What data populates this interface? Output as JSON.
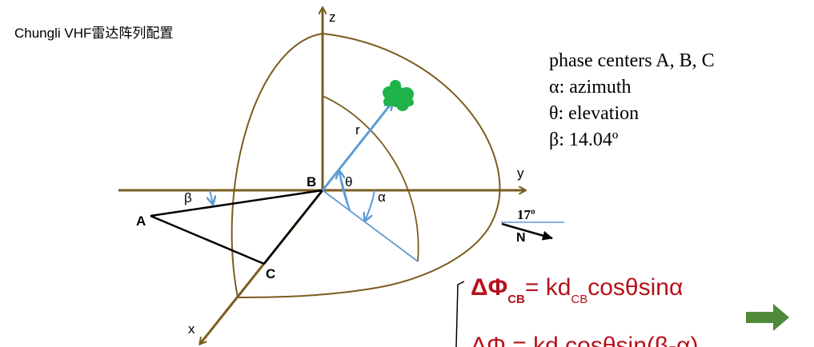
{
  "title": "Chungli VHF雷达阵列配置",
  "legend": {
    "line1": "phase centers A, B, C",
    "line2": "α: azimuth",
    "line3": "θ: elevation",
    "line4": "β: 14.04º"
  },
  "axes": {
    "z": "z",
    "y": "y",
    "x": "x"
  },
  "points": {
    "A": "A",
    "B": "B",
    "C": "C"
  },
  "angles": {
    "beta": "β",
    "theta": "θ",
    "alpha": "α",
    "r": "r"
  },
  "north": {
    "angle": "17º",
    "label": "N"
  },
  "formula": {
    "dphi": "ΔΦ",
    "dphi_sub": "CB",
    "eq": "= kd",
    "d_sub": "CB",
    "tail": "cosθsinα"
  },
  "formula2": "ΔΦ   = kd     cosθsin(β-α)",
  "colors": {
    "axis": "#7a5c1e",
    "arrow": "#5b9bd5",
    "target": "#1fb34a",
    "formula": "#b5121b",
    "next_arrow": "#4e8a3a"
  }
}
